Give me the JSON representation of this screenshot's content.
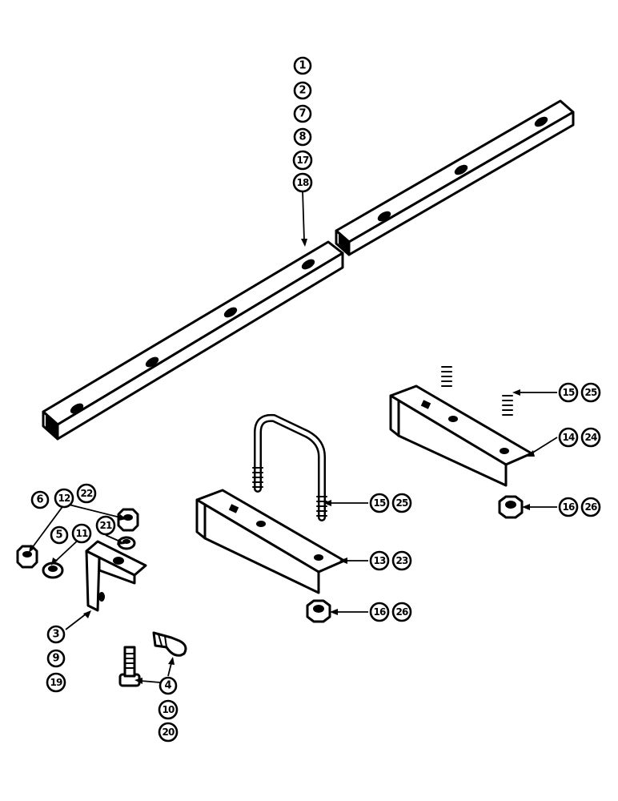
{
  "callouts": {
    "c1": "1",
    "c2": "2",
    "c7": "7",
    "c8": "8",
    "c17": "17",
    "c18": "18",
    "c15a": "15",
    "c25a": "25",
    "c14": "14",
    "c24": "24",
    "c16a": "16",
    "c26a": "26",
    "c15b": "15",
    "c25b": "25",
    "c13": "13",
    "c23": "23",
    "c16b": "16",
    "c26b": "26",
    "c6": "6",
    "c12": "12",
    "c22": "22",
    "c5": "5",
    "c11": "11",
    "c21": "21",
    "c3": "3",
    "c9": "9",
    "c19": "19",
    "c4": "4",
    "c10": "10",
    "c20": "20"
  },
  "colors": {
    "ink": "#000000",
    "paper": "#ffffff"
  }
}
